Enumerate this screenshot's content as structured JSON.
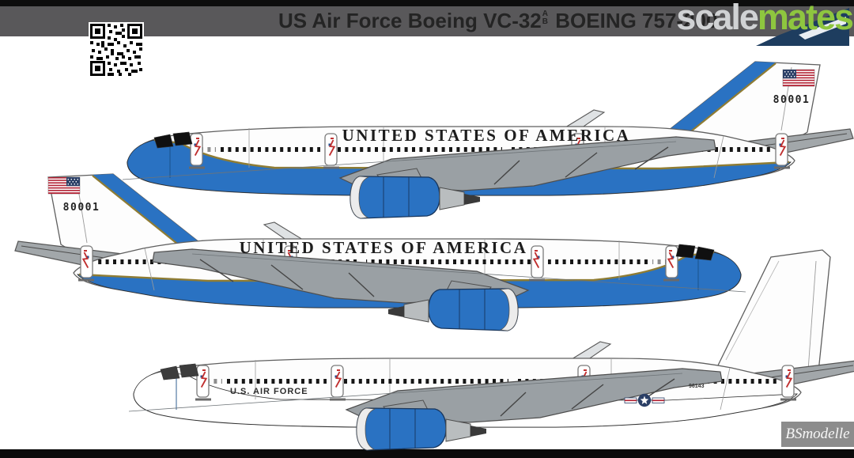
{
  "header": {
    "title": "US Air Force Boeing VC-32",
    "variant_sup": "A",
    "variant_sub": "B",
    "title_rest": "BOEING 757-200"
  },
  "logo": {
    "scale": "scale",
    "mates": "mates"
  },
  "planes": {
    "top": {
      "titles": "UNITED STATES OF AMERICA",
      "tail_number": "80001"
    },
    "middle": {
      "titles": "UNITED STATES OF AMERICA",
      "tail_number": "80001"
    },
    "bottom": {
      "titles": "U.S.  AIR FORCE",
      "serial": "96143"
    }
  },
  "watermark": "BSmodelle",
  "colors": {
    "belly_blue": "#2a72c2",
    "gold": "#8f7c33",
    "bar": "#59585a",
    "logo_scale": "#d0d2d4",
    "logo_mates": "#8ec63f",
    "insignia_blue": "#2b3f66",
    "emblem_red": "#c03030"
  }
}
